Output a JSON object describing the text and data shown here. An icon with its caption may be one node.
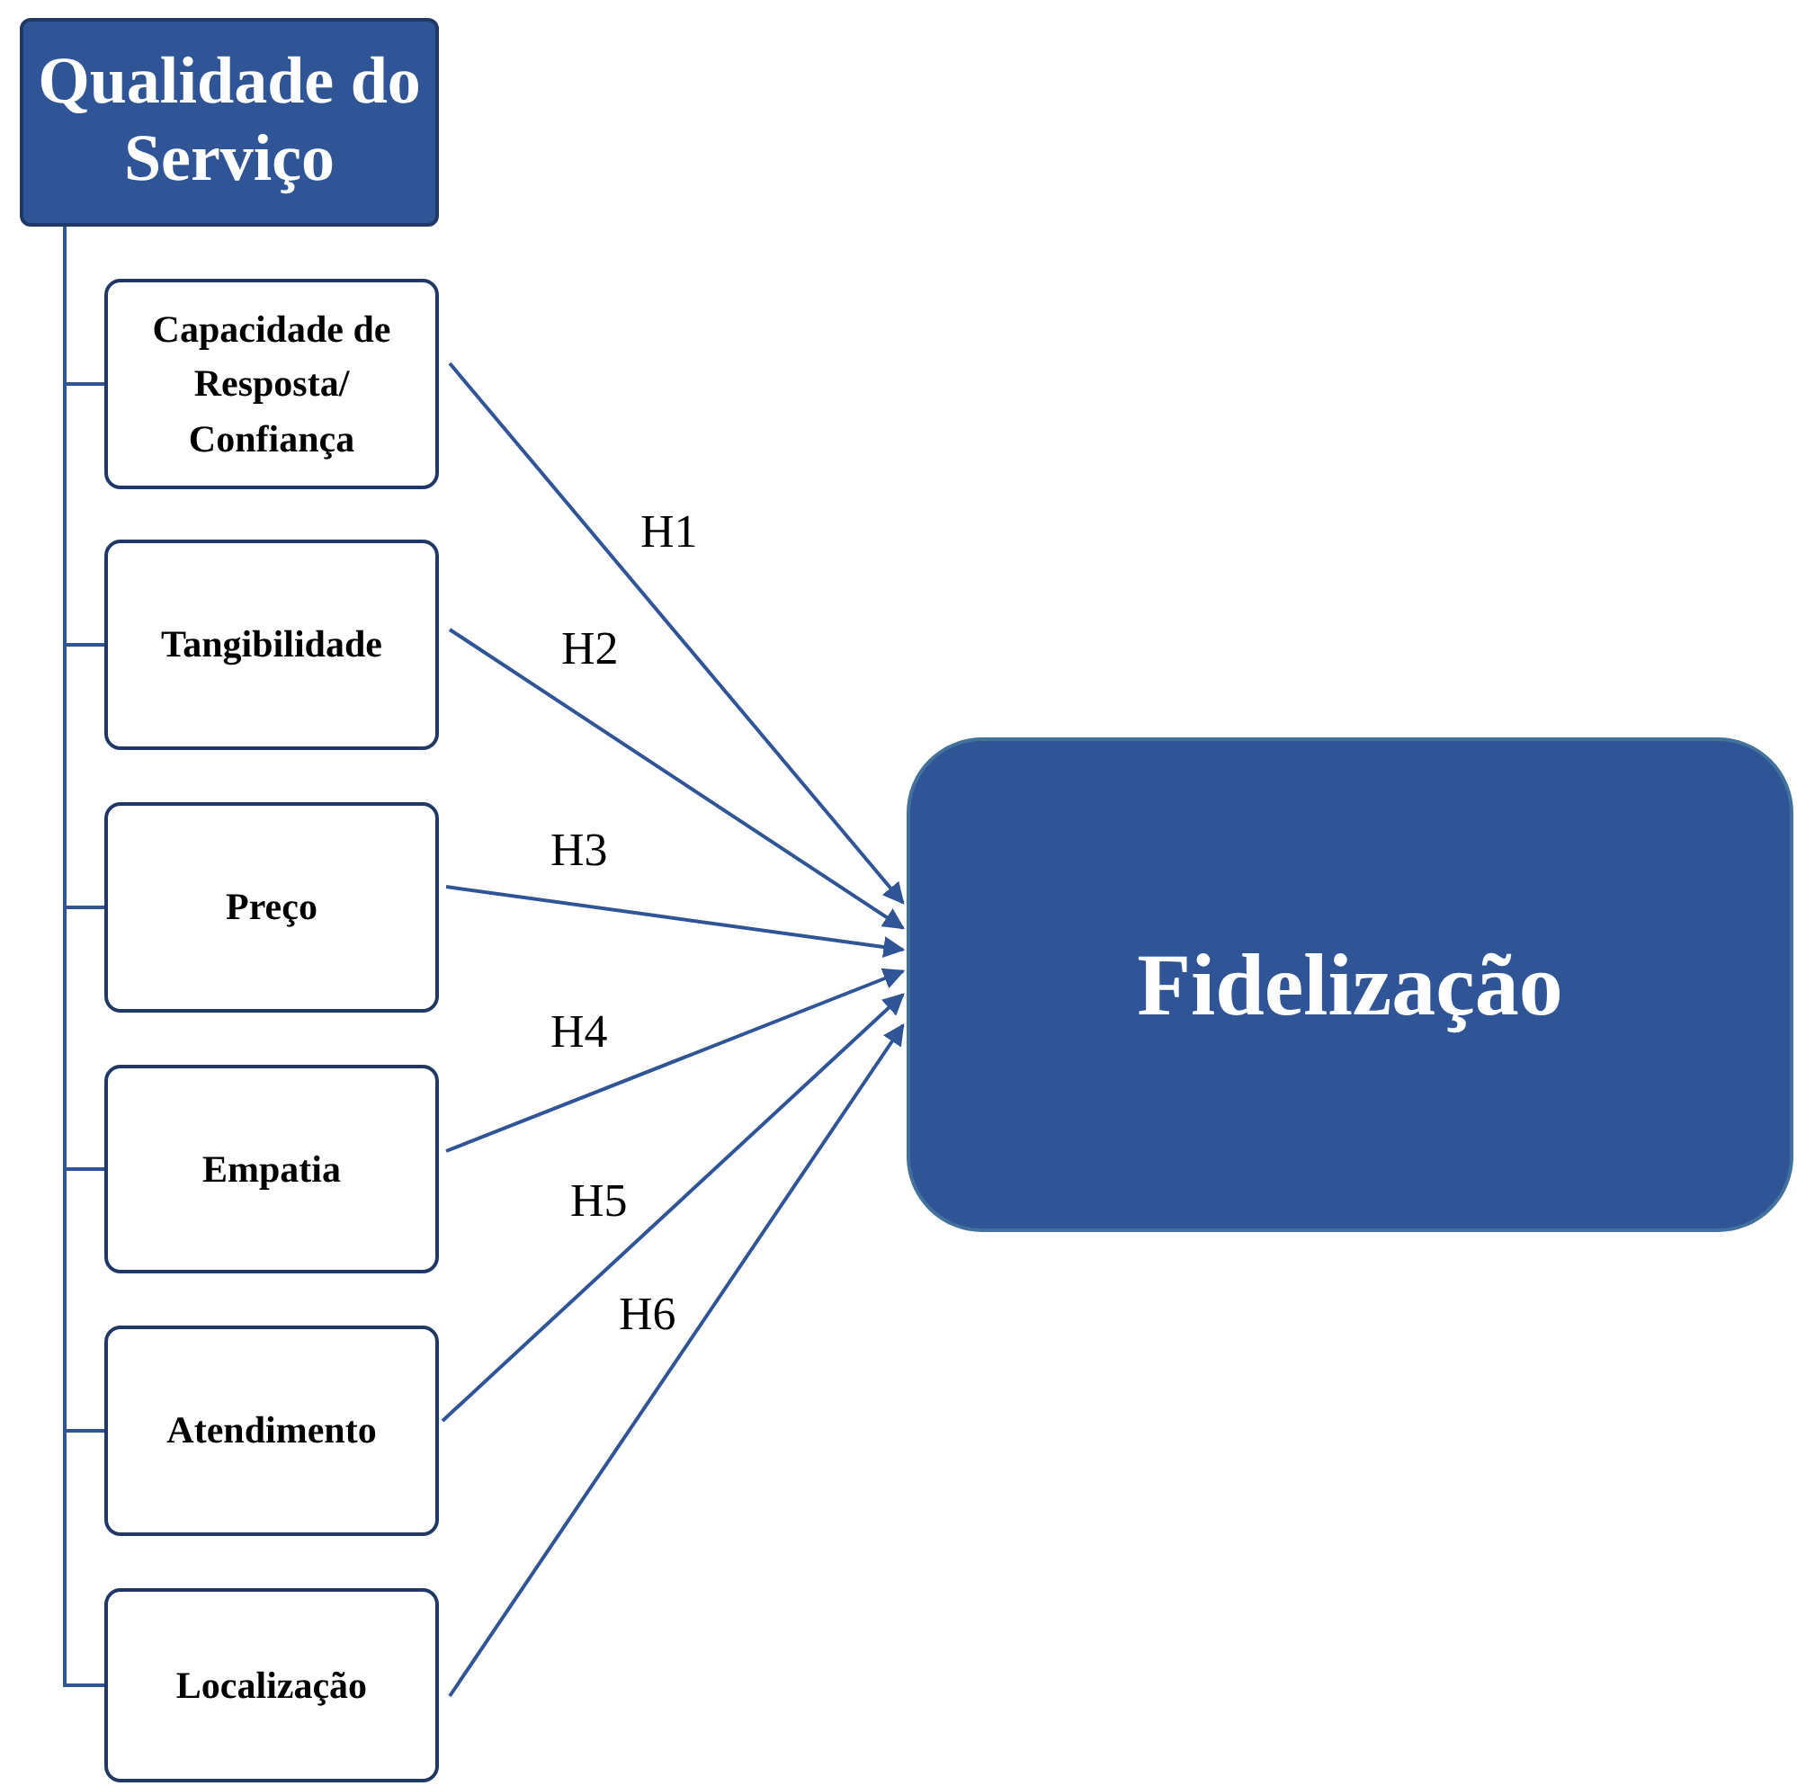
{
  "diagram": {
    "nodes": [
      {
        "text": [
          "Qualidade do Serviço"
        ]
      },
      {
        "text": [
          "Capacidade de Resposta/ Confiança"
        ]
      },
      {
        "text": [
          "Tangibilidade"
        ]
      },
      {
        "text": [
          "Preço"
        ]
      },
      {
        "text": [
          "Empatia"
        ]
      },
      {
        "text": [
          "Atendimento"
        ]
      },
      {
        "text": [
          "Localização"
        ]
      },
      {
        "text": [
          "Fidelização"
        ]
      }
    ],
    "edges": [
      {
        "from": 0,
        "to": 1,
        "arrow": "none"
      },
      {
        "from": 0,
        "to": 2,
        "arrow": "none"
      },
      {
        "from": 0,
        "to": 3,
        "arrow": "none"
      },
      {
        "from": 0,
        "to": 4,
        "arrow": "none"
      },
      {
        "from": 0,
        "to": 5,
        "arrow": "none"
      },
      {
        "from": 0,
        "to": 6,
        "arrow": "none"
      },
      {
        "from": 1,
        "to": 7,
        "label": "H1",
        "arrow": "to"
      },
      {
        "from": 2,
        "to": 7,
        "label": "H2",
        "arrow": "to"
      },
      {
        "from": 3,
        "to": 7,
        "label": "H3",
        "arrow": "to"
      },
      {
        "from": 4,
        "to": 7,
        "label": "H4",
        "arrow": "to"
      },
      {
        "from": 5,
        "to": 7,
        "label": "H5",
        "arrow": "to"
      },
      {
        "from": 6,
        "to": 7,
        "label": "H6",
        "arrow": "to"
      }
    ]
  }
}
